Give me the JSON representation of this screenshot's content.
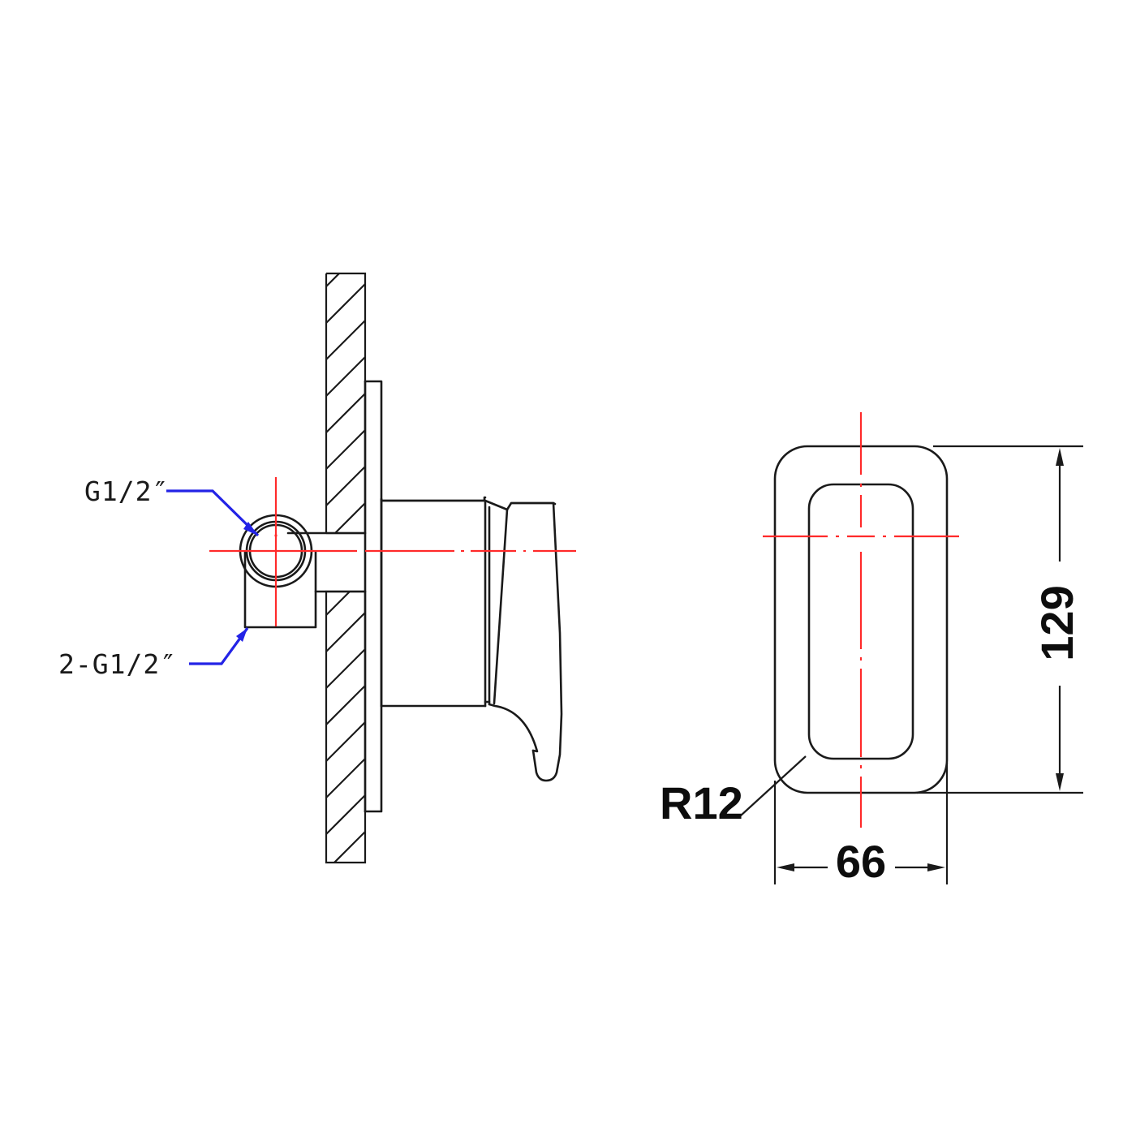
{
  "drawing": {
    "title": "Concealed shower mixer valve technical drawing",
    "background_color": "#ffffff",
    "line_color": "#1a1a1a",
    "centerline_color": "#ff2a2a",
    "leader_color": "#2323e6"
  },
  "views": {
    "section_view": {
      "name": "side-section-view",
      "description": "Wall section with concealed mixer body and lever handle"
    },
    "front_view": {
      "name": "front-face-plate-view",
      "description": "Front elevation of rounded rectangular face plate"
    }
  },
  "annotations": {
    "thread_top": {
      "label": "G1/2″",
      "name": "thread-callout-top"
    },
    "thread_bottom": {
      "label": "2-G1/2″",
      "name": "thread-callout-bottom"
    },
    "radius": {
      "label": "R12",
      "name": "radius-callout"
    }
  },
  "dimensions": {
    "height": {
      "value": "129",
      "name": "height-dimension",
      "orientation": "vertical"
    },
    "width": {
      "value": "66",
      "name": "width-dimension",
      "orientation": "horizontal"
    }
  }
}
